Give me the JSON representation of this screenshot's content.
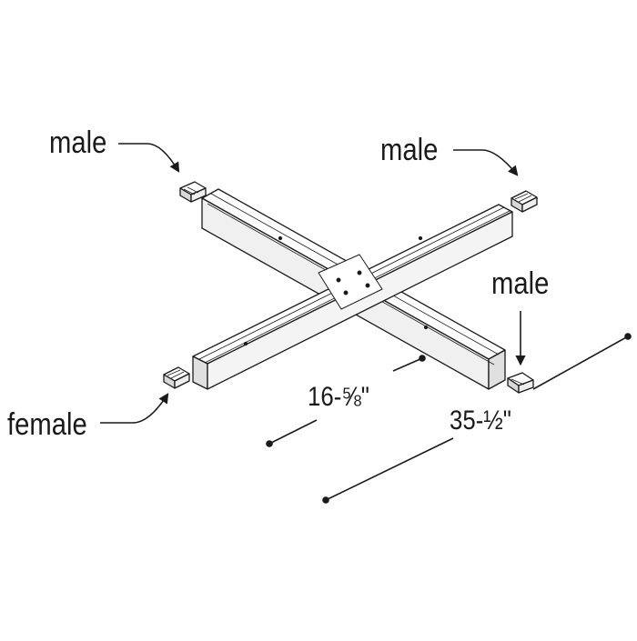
{
  "connectors": {
    "top_left": "male",
    "top_right": "male",
    "right": "male",
    "bottom_left": "female"
  },
  "dimensions": {
    "arm": "16-⅝\"",
    "overall": "35-½\""
  },
  "colors": {
    "line": "#1a1a1a",
    "fill": "#ffffff",
    "shade": "#e6e6e6"
  }
}
